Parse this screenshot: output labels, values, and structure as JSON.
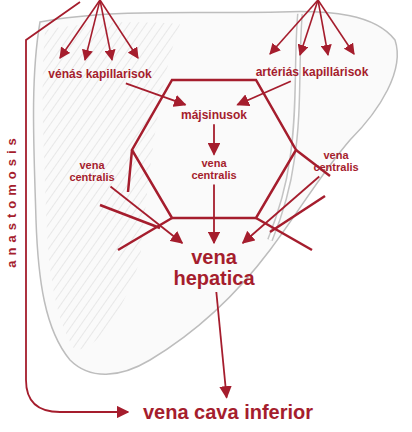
{
  "diagram": {
    "nodes": [
      {
        "text": [
          "vénás kapillarisok"
        ]
      },
      {
        "text": [
          "artériás kapillárisok"
        ]
      },
      {
        "text": [
          "májsinusok"
        ]
      },
      {
        "text": [
          "vena centralis"
        ]
      },
      {
        "text": [
          "vena centralis"
        ]
      },
      {
        "text": [
          "vena centralis"
        ]
      },
      {
        "text": [
          "vena hepatica"
        ]
      },
      {
        "text": [
          "vena cava inferior"
        ]
      }
    ],
    "edges": [
      {
        "from": 0,
        "to": 2,
        "arrow": "to"
      },
      {
        "from": 1,
        "to": 2,
        "arrow": "to"
      },
      {
        "from": 2,
        "to": 4,
        "arrow": "to"
      },
      {
        "from": 3,
        "to": 6,
        "arrow": "to"
      },
      {
        "from": 4,
        "to": 6,
        "arrow": "to"
      },
      {
        "from": 5,
        "to": 6,
        "arrow": "to"
      },
      {
        "from": 6,
        "to": 7,
        "arrow": "to"
      }
    ],
    "labels": [
      "anastomosis"
    ]
  }
}
